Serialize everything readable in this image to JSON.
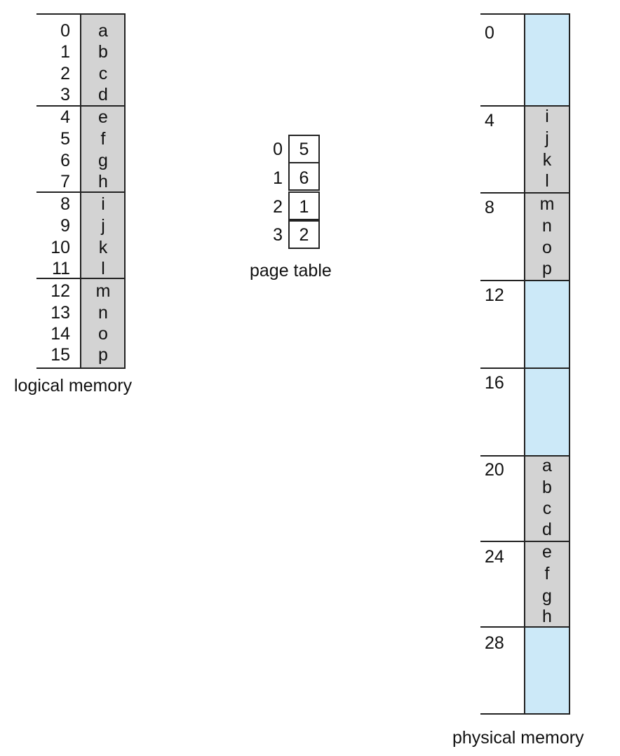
{
  "logical_memory": {
    "label": "logical memory",
    "pages": [
      {
        "page": 0,
        "cells": [
          {
            "addr": "0",
            "value": "a"
          },
          {
            "addr": "1",
            "value": "b"
          },
          {
            "addr": "2",
            "value": "c"
          },
          {
            "addr": "3",
            "value": "d"
          }
        ]
      },
      {
        "page": 1,
        "cells": [
          {
            "addr": "4",
            "value": "e"
          },
          {
            "addr": "5",
            "value": "f"
          },
          {
            "addr": "6",
            "value": "g"
          },
          {
            "addr": "7",
            "value": "h"
          }
        ]
      },
      {
        "page": 2,
        "cells": [
          {
            "addr": "8",
            "value": "i"
          },
          {
            "addr": "9",
            "value": "j"
          },
          {
            "addr": "10",
            "value": "k"
          },
          {
            "addr": "11",
            "value": "l"
          }
        ]
      },
      {
        "page": 3,
        "cells": [
          {
            "addr": "12",
            "value": "m"
          },
          {
            "addr": "13",
            "value": "n"
          },
          {
            "addr": "14",
            "value": "o"
          },
          {
            "addr": "15",
            "value": "p"
          }
        ]
      }
    ]
  },
  "page_table": {
    "label": "page table",
    "entries": [
      {
        "index": "0",
        "frame": "5"
      },
      {
        "index": "1",
        "frame": "6"
      },
      {
        "index": "2",
        "frame": "1"
      },
      {
        "index": "3",
        "frame": "2"
      }
    ]
  },
  "physical_memory": {
    "label": "physical memory",
    "frames": [
      {
        "address": "0",
        "values": []
      },
      {
        "address": "4",
        "values": [
          "i",
          "j",
          "k",
          "l"
        ]
      },
      {
        "address": "8",
        "values": [
          "m",
          "n",
          "o",
          "p"
        ]
      },
      {
        "address": "12",
        "values": []
      },
      {
        "address": "16",
        "values": []
      },
      {
        "address": "20",
        "values": [
          "a",
          "b",
          "c",
          "d"
        ]
      },
      {
        "address": "24",
        "values": [
          "e",
          "f",
          "g",
          "h"
        ]
      },
      {
        "address": "28",
        "values": []
      }
    ]
  },
  "colors": {
    "filled": "#d3d3d3",
    "empty": "#cce9f8",
    "line": "#222222"
  }
}
